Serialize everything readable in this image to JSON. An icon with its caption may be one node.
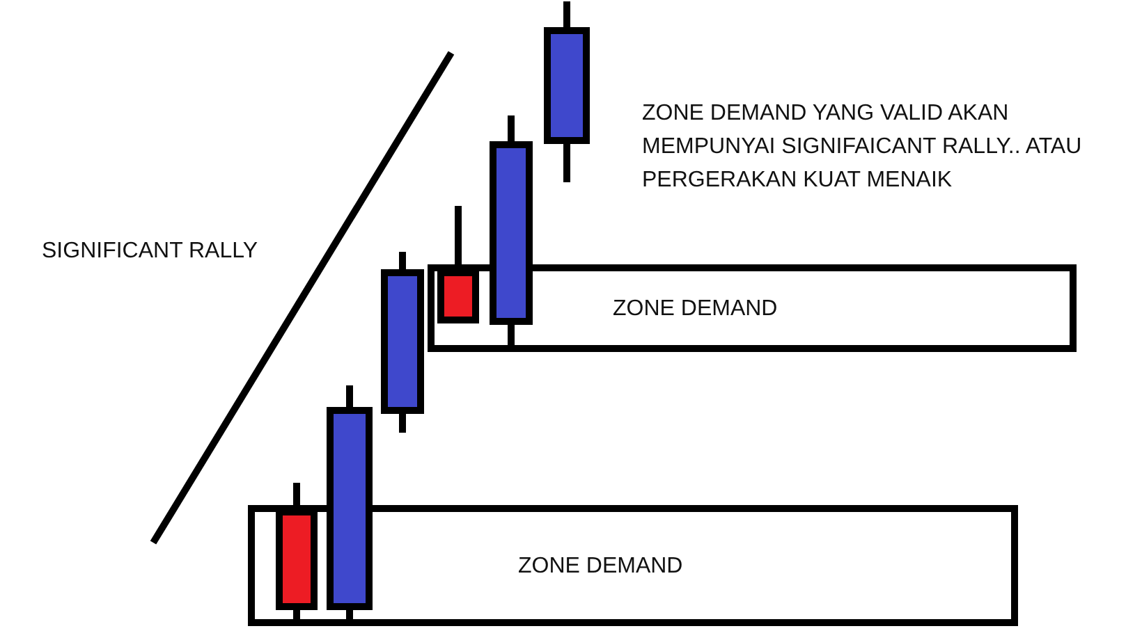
{
  "diagram": {
    "nodes": [
      {
        "text": [
          "ZONE DEMAND"
        ]
      },
      {
        "text": [
          "ZONE DEMAND"
        ]
      }
    ],
    "labels": [
      "ZONE DEMAND YANG VALID AKAN MEMPUNYAI SIGNIFAICANT RALLY.. ATAU PERGERAKAN KUAT MENAIK",
      "SIGNIFICANT RALLY"
    ]
  }
}
